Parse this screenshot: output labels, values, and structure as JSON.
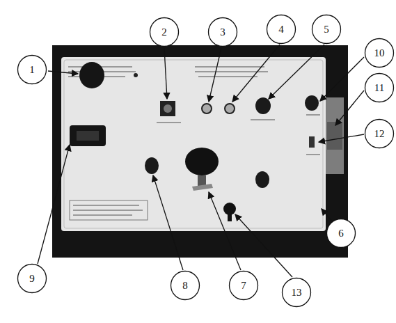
{
  "diagram": {
    "nodes": [
      {
        "text": [
          "2"
        ]
      },
      {
        "text": [
          "3"
        ]
      },
      {
        "text": [
          "4"
        ]
      },
      {
        "text": [
          "5"
        ]
      },
      {
        "text": [
          "10"
        ]
      },
      {
        "text": [
          "1"
        ]
      },
      {
        "text": [
          "11"
        ]
      },
      {
        "text": [
          "12"
        ]
      },
      {
        "text": [
          "6"
        ]
      },
      {
        "text": [
          "9"
        ]
      },
      {
        "text": [
          "8"
        ]
      },
      {
        "text": [
          "7"
        ]
      },
      {
        "text": [
          "13"
        ]
      }
    ],
    "edges": []
  }
}
